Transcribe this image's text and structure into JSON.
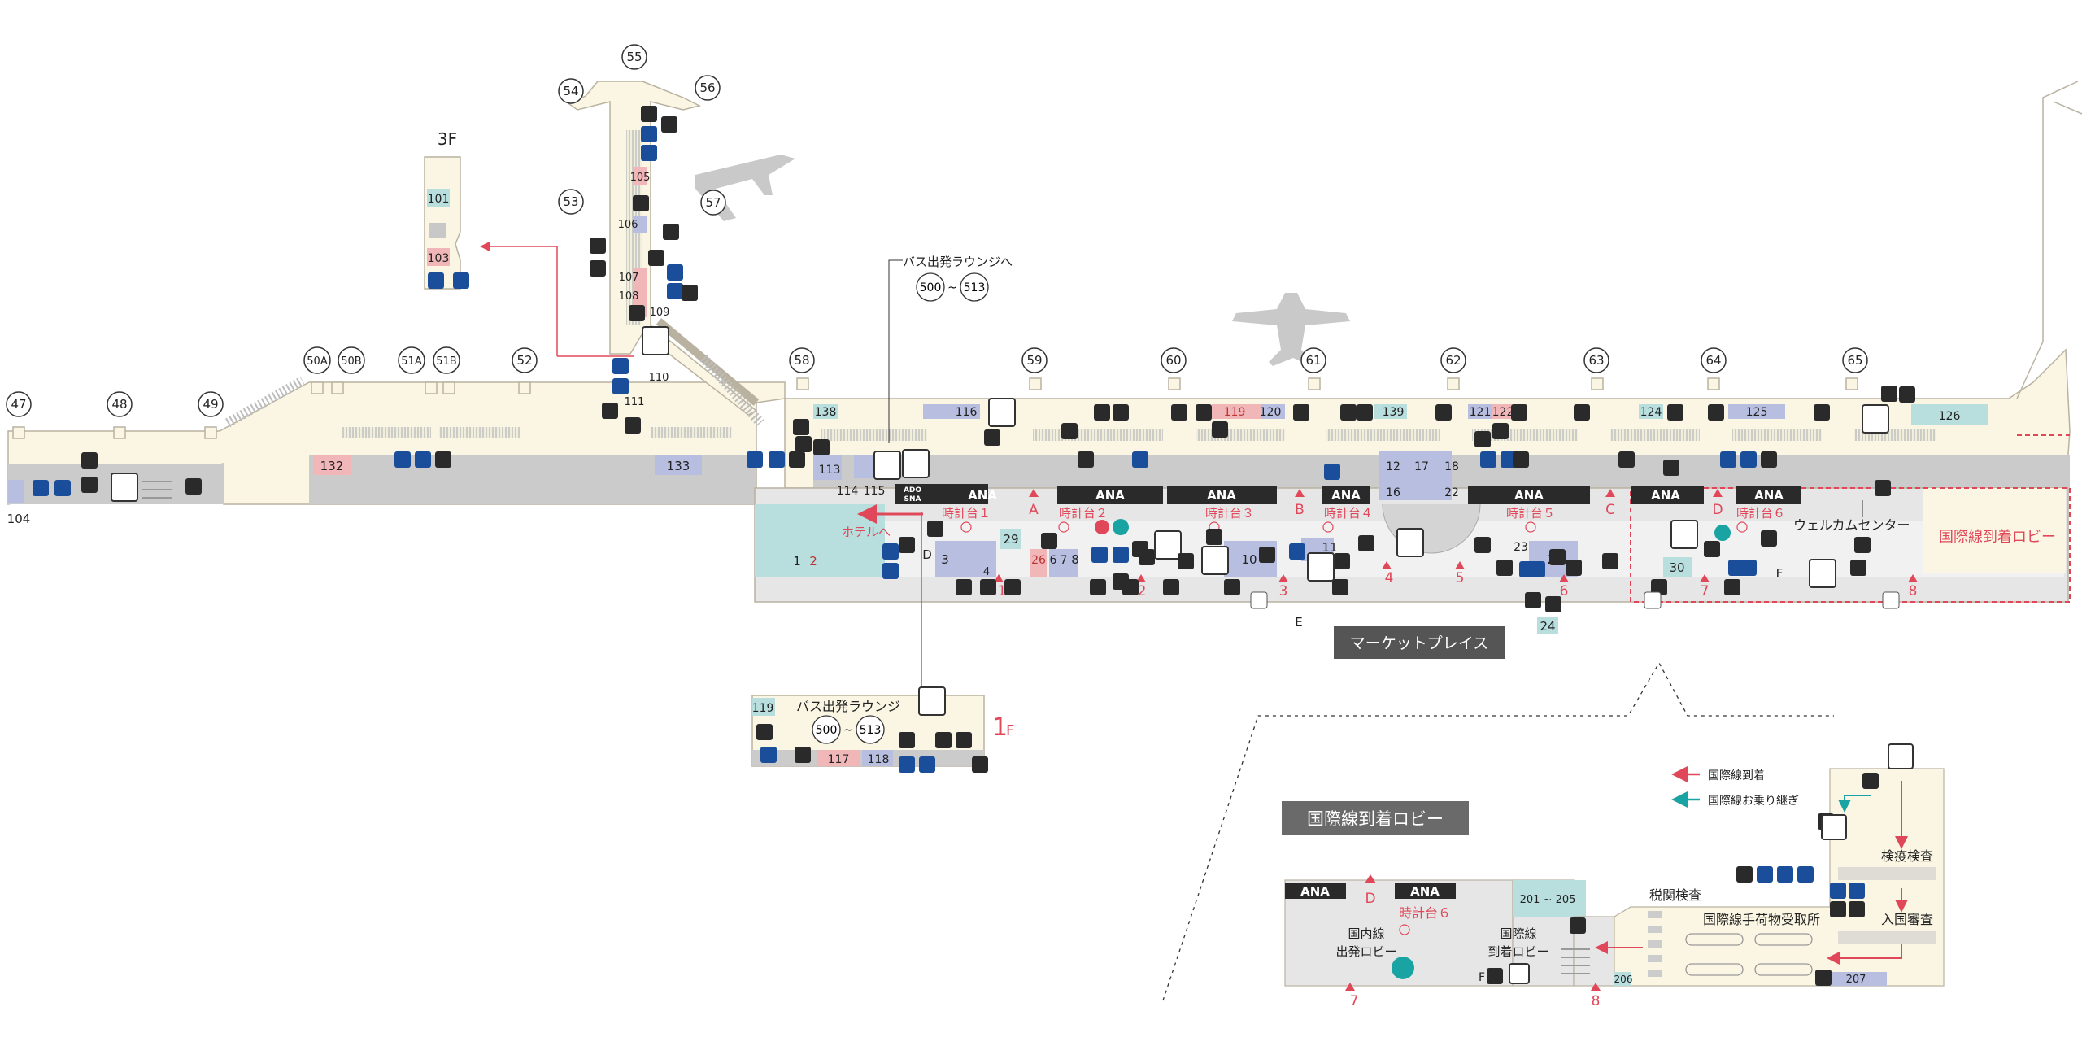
{
  "colors": {
    "terminal": "#fbf6e3",
    "gate_area": "#f1e9c7",
    "lounge_gray": "#cbcbcb",
    "corridor": "#e6e6e6",
    "teal": "#b8dede",
    "pink": "#f1b6b8",
    "lavender": "#b8bedf",
    "dark_band": "#333333",
    "accent_red": "#e0485a",
    "accent_teal": "#1aa3a3",
    "icon_blue": "#1b4e9a",
    "icon_dark": "#2a2a2a"
  },
  "gates": [
    "47",
    "48",
    "49",
    "50A",
    "50B",
    "51A",
    "51B",
    "52",
    "53",
    "54",
    "55",
    "56",
    "57",
    "58",
    "59",
    "60",
    "61",
    "62",
    "63",
    "64",
    "65"
  ],
  "floor_labels": {
    "f3": "3F",
    "f1_num": "1",
    "f1_unit": "F"
  },
  "shops_3f": [
    "101",
    "103"
  ],
  "areas_north": [
    "138",
    "116",
    "119",
    "120",
    "139",
    "121",
    "122",
    "124",
    "125",
    "126"
  ],
  "areas_west": [
    "104",
    "132",
    "133",
    "105",
    "106",
    "107",
    "108",
    "109",
    "110",
    "111"
  ],
  "areas_south": [
    "1",
    "2",
    "3",
    "4",
    "8",
    "10",
    "11",
    "25",
    "29",
    "30",
    "23",
    "24",
    "26",
    "6",
    "7"
  ],
  "areas_lobby": [
    "113",
    "114",
    "115"
  ],
  "areas_center": [
    "12",
    "16",
    "17",
    "18",
    "22"
  ],
  "area_range_separator": "~",
  "airline": "ANA",
  "airline_ado_sna": {
    "top": "ADO",
    "bottom": "SNA"
  },
  "clocks": [
    "時計台１",
    "時計台２",
    "時計台３",
    "時計台４",
    "時計台５",
    "時計台６"
  ],
  "entrances": [
    "A",
    "B",
    "C",
    "D",
    "E",
    "F"
  ],
  "doors": [
    "1",
    "2",
    "3",
    "4",
    "5",
    "6",
    "7",
    "8"
  ],
  "hotel_label": "ホテルへ",
  "bus_lounge_link": {
    "label": "バス出発ラウンジへ",
    "from": "500",
    "to": "513"
  },
  "bus_lounge_1f": {
    "label": "バス出発ラウンジ",
    "from": "500",
    "to": "513",
    "rooms": [
      "119",
      "117",
      "118"
    ]
  },
  "welcome_center": "ウェルカムセンター",
  "intl_arrival_lobby": "国際線到着ロビー",
  "market_place": "マーケットプレイス",
  "inset": {
    "title": "国際線到着ロビー",
    "legend": [
      {
        "label": "国際線到着",
        "color": "#e0485a"
      },
      {
        "label": "国際線お乗り継ぎ",
        "color": "#1aa3a3"
      }
    ],
    "range_label": "201 ~ 205",
    "domestic_departure": [
      "国内線",
      "出発ロビー"
    ],
    "intl_arrival": [
      "国際線",
      "到着ロビー"
    ],
    "customs": "税関検査",
    "baggage_claim": "国際線手荷物受取所",
    "quarantine": "検疫検査",
    "immigration": "入国審査",
    "clock": "時計台６",
    "rooms": [
      "206",
      "207"
    ],
    "entrance_d": "D",
    "entrance_f": "F",
    "doors": [
      "7",
      "8"
    ]
  }
}
